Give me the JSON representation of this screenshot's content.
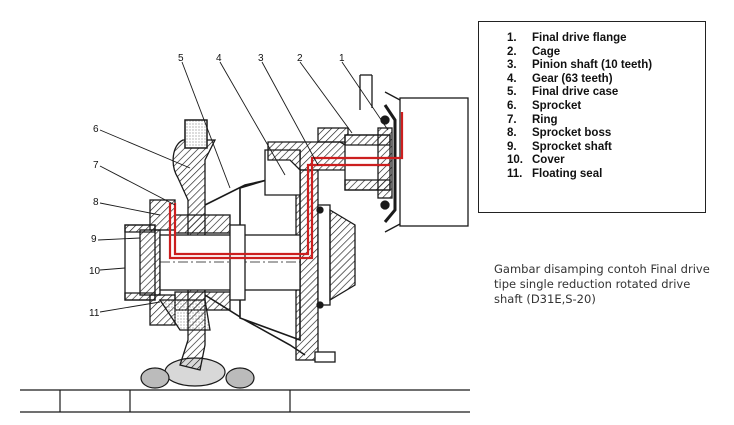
{
  "callouts": [
    "1",
    "2",
    "3",
    "4",
    "5",
    "6",
    "7",
    "8",
    "9",
    "10",
    "11"
  ],
  "legend": {
    "items": [
      {
        "num": "1.",
        "label": "Final drive flange"
      },
      {
        "num": "2.",
        "label": "Cage"
      },
      {
        "num": "3.",
        "label": "Pinion shaft  (10 teeth)"
      },
      {
        "num": "4.",
        "label": "Gear (63 teeth)"
      },
      {
        "num": "5.",
        "label": "Final drive case"
      },
      {
        "num": "6.",
        "label": "Sprocket"
      },
      {
        "num": "7.",
        "label": "Ring"
      },
      {
        "num": "8.",
        "label": "Sprocket boss"
      },
      {
        "num": "9.",
        "label": "Sprocket shaft"
      },
      {
        "num": "10.",
        "label": "Cover"
      },
      {
        "num": "11.",
        "label": "Floating seal"
      }
    ]
  },
  "caption": "Gambar disamping contoh Final drive tipe single reduction rotated drive shaft (D31E,S-20)",
  "colors": {
    "power_flow_line": "#cc1f1f",
    "drawing_ink": "#1a1a1a"
  }
}
